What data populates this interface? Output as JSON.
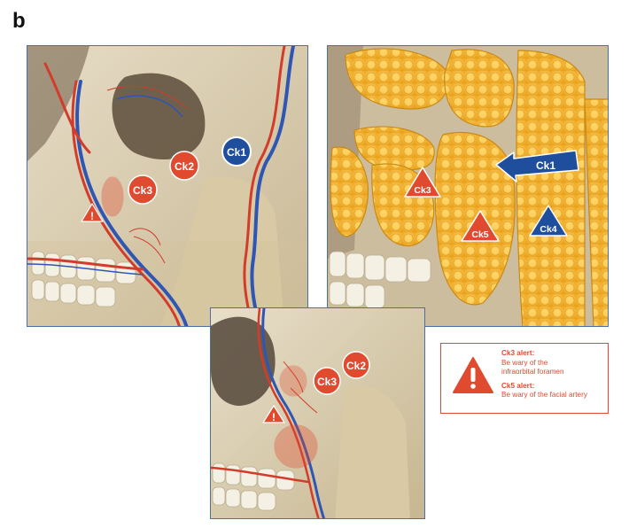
{
  "figure": {
    "panel_letter": "b"
  },
  "panel_a": {
    "markers": [
      {
        "id": "Ck1",
        "label": "Ck1",
        "shape": "circle",
        "color": "#1f4e9c"
      },
      {
        "id": "Ck2",
        "label": "Ck2",
        "shape": "circle",
        "color": "#e04a2f"
      },
      {
        "id": "Ck3",
        "label": "Ck3",
        "shape": "circle",
        "color": "#e04a2f"
      },
      {
        "id": "alert",
        "label": "!",
        "shape": "triangle",
        "color": "#e04a2f"
      }
    ]
  },
  "panel_b": {
    "markers": [
      {
        "id": "Ck1",
        "label": "Ck1",
        "shape": "arrow",
        "color": "#1f4e9c"
      },
      {
        "id": "Ck3",
        "label": "Ck3",
        "shape": "triangle",
        "color": "#e04a2f"
      },
      {
        "id": "Ck5",
        "label": "Ck5",
        "shape": "triangle",
        "color": "#e04a2f"
      },
      {
        "id": "Ck4",
        "label": "Ck4",
        "shape": "triangle",
        "color": "#1f4e9c"
      }
    ]
  },
  "panel_c": {
    "markers": [
      {
        "id": "Ck2",
        "label": "Ck2",
        "shape": "circle",
        "color": "#e04a2f"
      },
      {
        "id": "Ck3",
        "label": "Ck3",
        "shape": "circle",
        "color": "#e04a2f"
      },
      {
        "id": "alert",
        "label": "!",
        "shape": "triangle",
        "color": "#e04a2f"
      }
    ]
  },
  "legend": {
    "icon": "warning-triangle-icon",
    "ck3_title": "Ck3 alert:",
    "ck3_line1": "Be wary of the",
    "ck3_line2": "infraorbital foramen",
    "ck5_title": "Ck5 alert:",
    "ck5_line1": "Be wary of the facial artery"
  },
  "colors": {
    "red_marker": "#e04a2f",
    "blue_marker": "#1f4e9c",
    "panel_border": "#4a6fa5",
    "fat": "#f2b12a"
  }
}
